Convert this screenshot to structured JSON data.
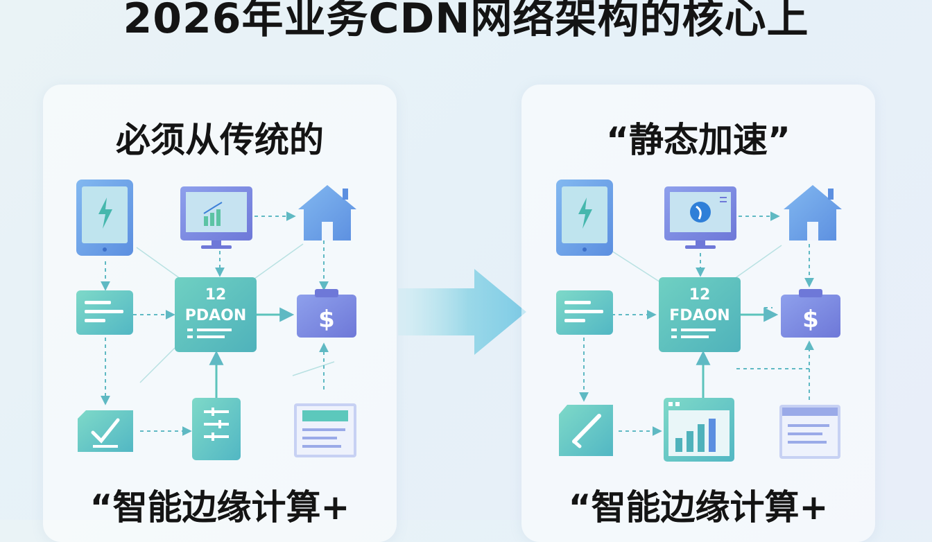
{
  "title": "2026年业务CDN网络架构的核心上",
  "panels": {
    "left": {
      "heading": "必须从传统的",
      "bottom_text": "“智能边缘计算+",
      "hub": {
        "line1": "12",
        "line2": "PDAON"
      }
    },
    "right": {
      "heading": "“静态加速”",
      "bottom_text": "“智能边缘计算+",
      "hub": {
        "line1": "12",
        "line2": "FDAON"
      }
    }
  },
  "colors": {
    "teal": "#5cc8bc",
    "blue": "#6f9ee8",
    "purple": "#7d86e2",
    "arrow": "#84cfe6",
    "dashed": "#5fb9c3"
  },
  "icons": [
    "tablet-icon",
    "monitor-icon",
    "home-icon",
    "message-icon",
    "hub-icon",
    "dollar-icon",
    "edit-icon",
    "server-icon",
    "window-icon",
    "chart-icon"
  ]
}
